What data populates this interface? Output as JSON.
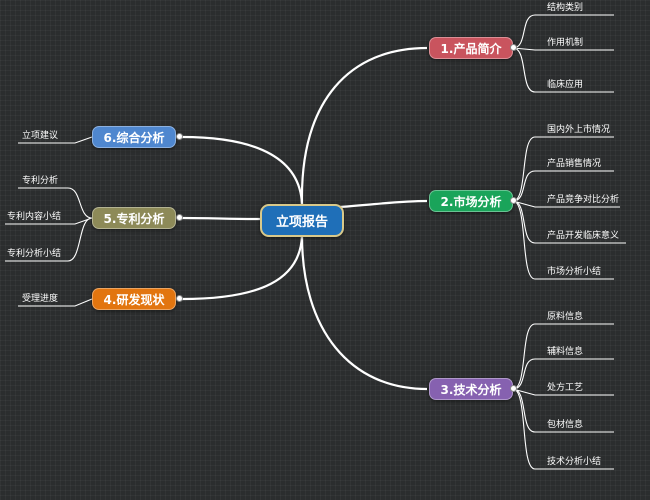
{
  "central": {
    "label": "立项报告",
    "color": "#1f6fb8"
  },
  "branches": [
    {
      "id": "b1",
      "label": "1.产品简介",
      "color": "#c9545e",
      "leaves": [
        "结构类别",
        "作用机制",
        "临床应用"
      ]
    },
    {
      "id": "b2",
      "label": "2.市场分析",
      "color": "#1aa45a",
      "leaves": [
        "国内外上市情况",
        "产品销售情况",
        "产品竞争对比分析",
        "产品开发临床意义",
        "市场分析小结"
      ]
    },
    {
      "id": "b3",
      "label": "3.技术分析",
      "color": "#8661b0",
      "leaves": [
        "原料信息",
        "辅料信息",
        "处方工艺",
        "包材信息",
        "技术分析小结"
      ]
    },
    {
      "id": "b4",
      "label": "4.研发现状",
      "color": "#e2750f",
      "leaves": [
        "受理进度"
      ]
    },
    {
      "id": "b5",
      "label": "5.专利分析",
      "color": "#8d8a58",
      "leaves": [
        "专利分析",
        "专利内容小结",
        "专利分析小结"
      ]
    },
    {
      "id": "b6",
      "label": "6.综合分析",
      "color": "#4f87cf",
      "leaves": [
        "立项建议"
      ]
    }
  ]
}
